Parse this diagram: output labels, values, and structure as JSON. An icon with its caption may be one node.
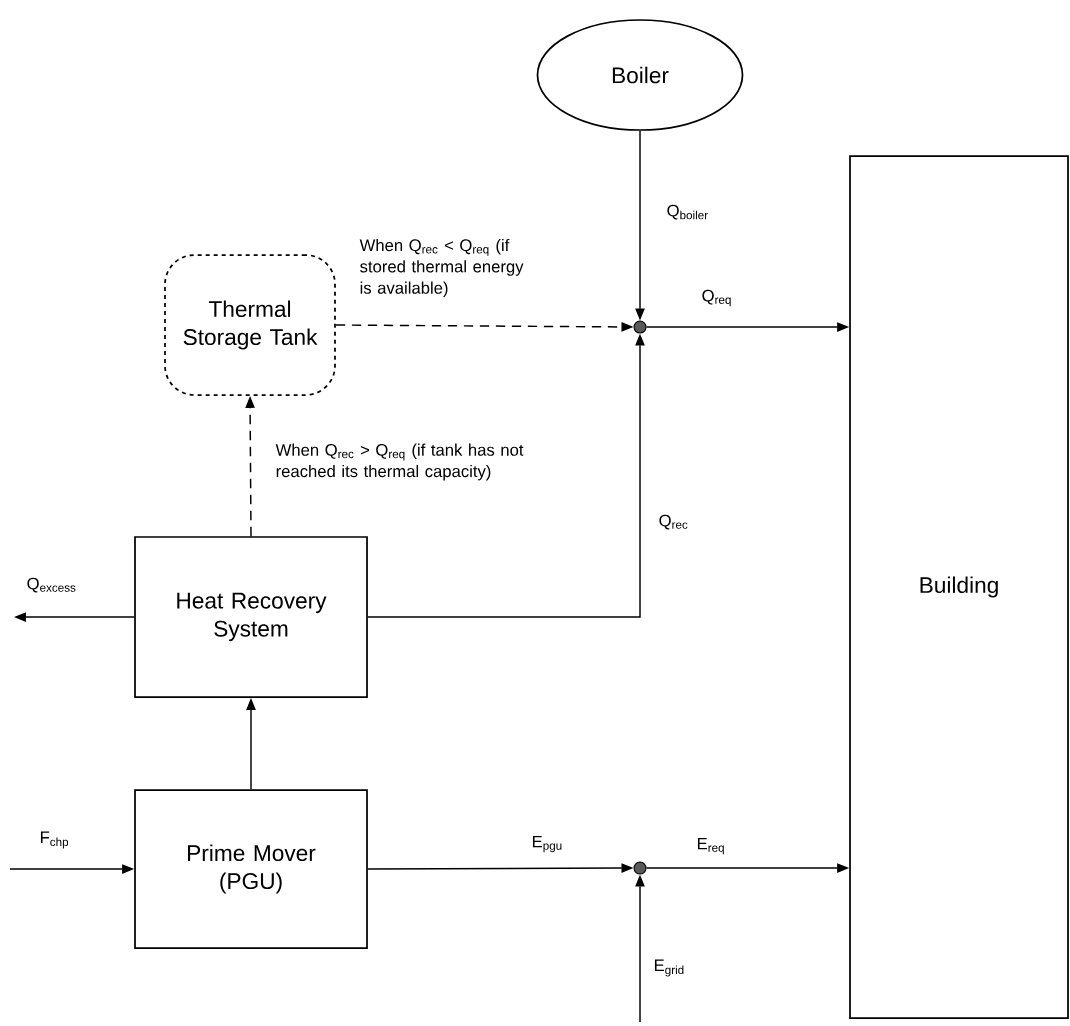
{
  "diagram": {
    "nodes": [
      {
        "text": [
          "Boiler"
        ]
      },
      {
        "text": [
          "Thermal Storage Tank"
        ]
      },
      {
        "text": [
          "Heat Recovery System"
        ]
      },
      {
        "text": [
          "Prime Mover (PGU)"
        ]
      },
      {
        "text": [
          "Building"
        ]
      },
      {
        "text": [],
        "shape": "circle"
      },
      {
        "text": [],
        "shape": "circle"
      }
    ],
    "edges": [
      {
        "from": 0,
        "to": 5,
        "arrow": "to",
        "label": "Q$_{boiler}$"
      },
      {
        "from": 1,
        "to": 5,
        "arrow": "to",
        "style": "dashed",
        "label": "When Q$_{rec}$ < Q$_{req}$ (if stored thermal energy is available)"
      },
      {
        "from": 2,
        "to": 5,
        "arrow": "to",
        "label": "Q$_{rec}$"
      },
      {
        "from": 5,
        "to": 4,
        "arrow": "to",
        "label": "Q$_{req}$"
      },
      {
        "from": 2,
        "to": 1,
        "arrow": "to",
        "style": "dashed",
        "label": "When Q$_{rec}$ > Q$_{req}$ (if tank has not reached its thermal capacity)"
      },
      {
        "from": 2,
        "to": null,
        "arrow": "to",
        "label": "Q$_{excess}$"
      },
      {
        "from": 3,
        "to": 2,
        "arrow": "to"
      },
      {
        "from": null,
        "to": 3,
        "arrow": "to",
        "label": "F$_{chp}$"
      },
      {
        "from": 3,
        "to": 6,
        "arrow": "to",
        "label": "E$_{pgu}$"
      },
      {
        "from": 6,
        "to": 4,
        "arrow": "to",
        "label": "E$_{req}$"
      },
      {
        "from": null,
        "to": 6,
        "arrow": "to",
        "label": "E$_{grid}$"
      }
    ]
  }
}
